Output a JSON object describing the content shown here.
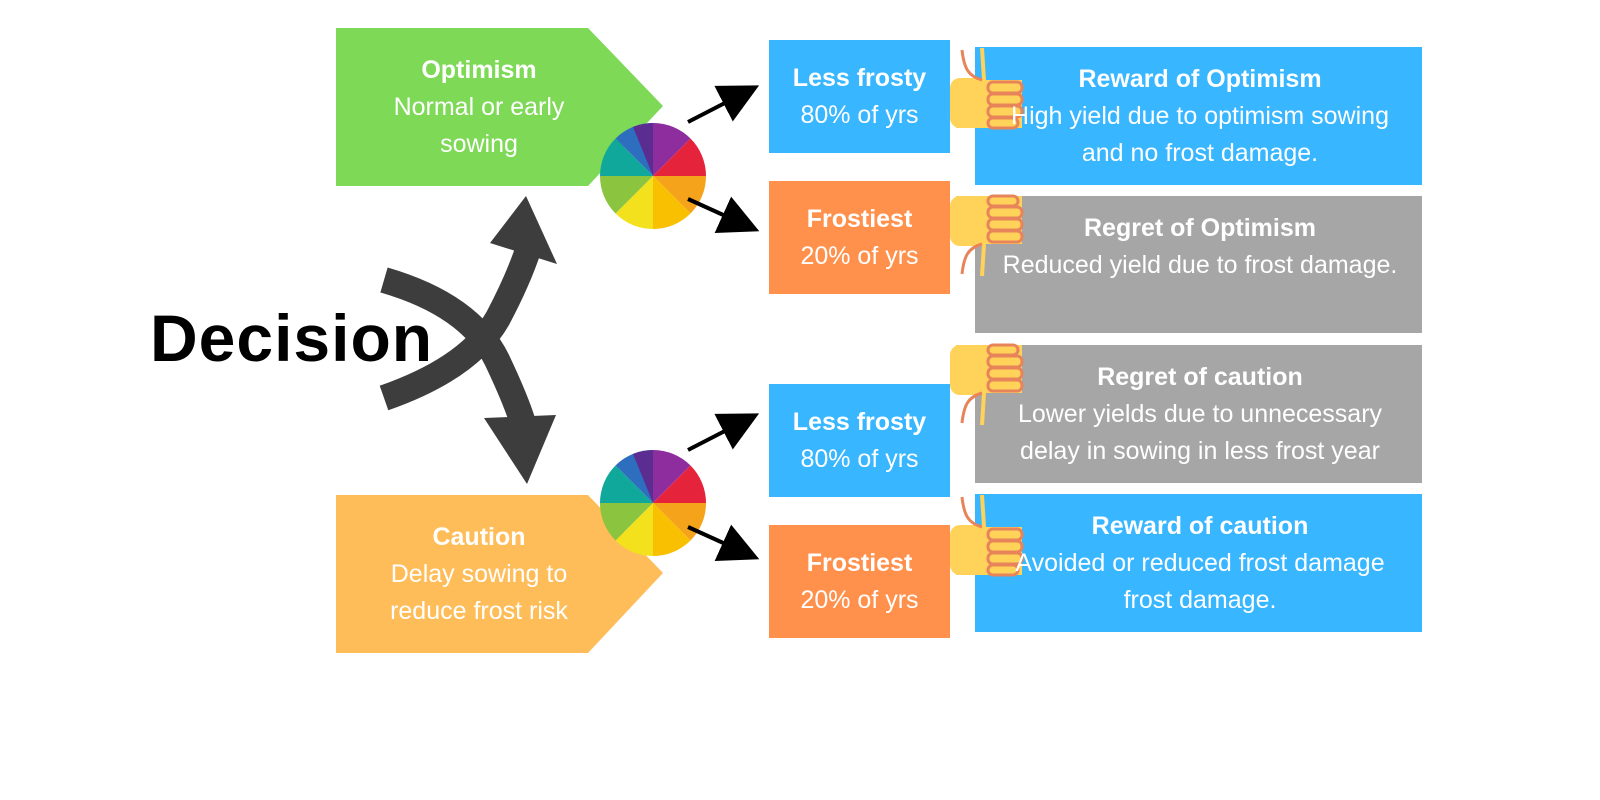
{
  "decision": {
    "label": "Decision"
  },
  "branches": [
    {
      "title": "Optimism",
      "desc": "Normal or early sowing",
      "color": "#7ed957"
    },
    {
      "title": "Caution",
      "desc": "Delay sowing to reduce frost risk",
      "color": "#ffbd59"
    }
  ],
  "outcomes": [
    {
      "title": "Less frosty",
      "sub": "80% of yrs",
      "color": "#38b6ff"
    },
    {
      "title": "Frostiest",
      "sub": "20% of yrs",
      "color": "#ff914d"
    },
    {
      "title": "Less frosty",
      "sub": "80% of yrs",
      "color": "#38b6ff"
    },
    {
      "title": "Frostiest",
      "sub": "20% of yrs",
      "color": "#ff914d"
    }
  ],
  "results": [
    {
      "title": "Reward of Optimism",
      "desc": "High yield due to optimism sowing and no frost damage.",
      "color": "#38b6ff",
      "thumb": "thumbs-up"
    },
    {
      "title": "Regret of Optimism",
      "desc": "Reduced yield due to frost damage.",
      "color": "#a6a6a6",
      "thumb": "thumbs-down"
    },
    {
      "title": "Regret of caution",
      "desc": "Lower yields due to unnecessary delay in sowing in less frost year",
      "color": "#a6a6a6",
      "thumb": "thumbs-down"
    },
    {
      "title": "Reward of caution",
      "desc": "Avoided or reduced frost damage frost damage.",
      "color": "#38b6ff",
      "thumb": "thumbs-up"
    }
  ],
  "colors": {
    "arrow_dark": "#3d3d3d",
    "arrow_black": "#000000",
    "thumb_fill": "#ffd25a",
    "thumb_line": "#e8845a"
  }
}
